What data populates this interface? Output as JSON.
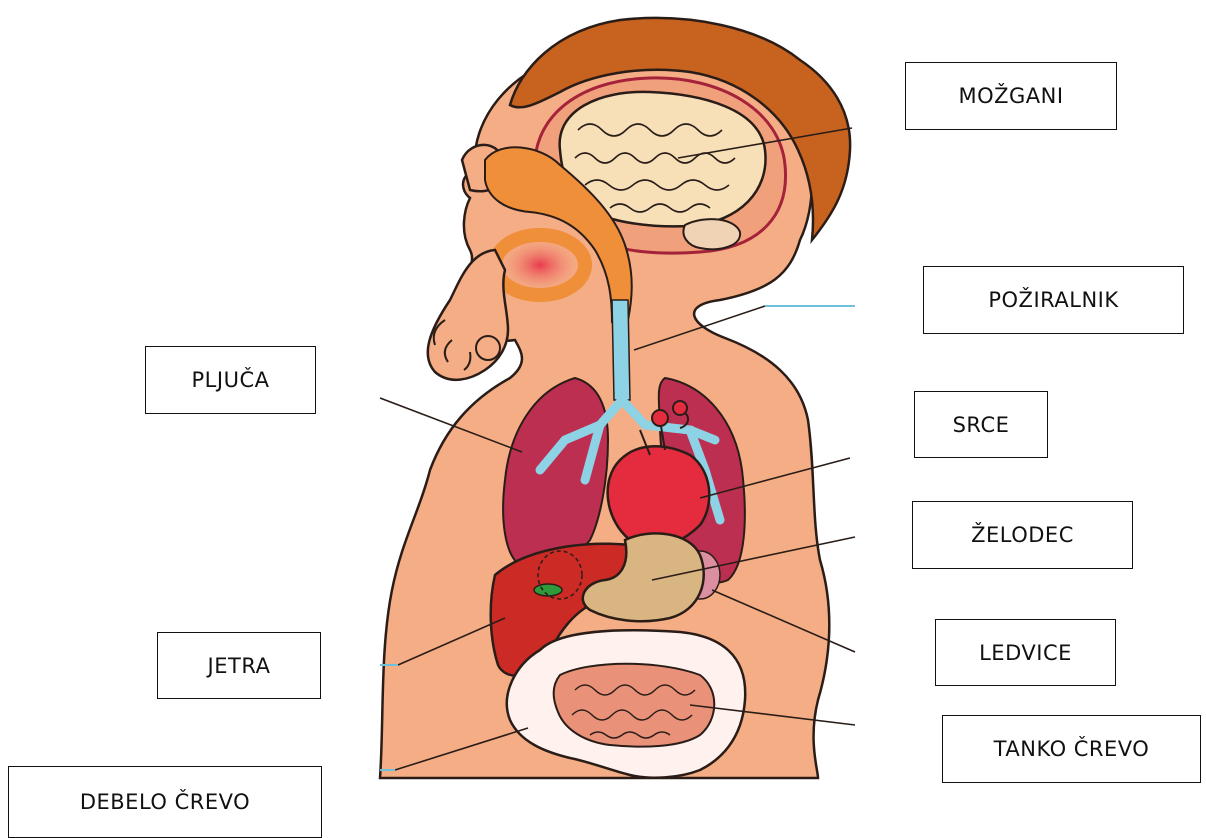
{
  "labels": [
    {
      "name": "label-mozgani",
      "text": "MOŽGANI"
    },
    {
      "name": "label-poziralnik",
      "text": "POŽIRALNIK"
    },
    {
      "name": "label-pljuca",
      "text": "PLJUČA"
    },
    {
      "name": "label-srce",
      "text": "SRCE"
    },
    {
      "name": "label-zelodec",
      "text": "ŽELODEC"
    },
    {
      "name": "label-ledvice",
      "text": "LEDVICE"
    },
    {
      "name": "label-jetra",
      "text": "JETRA"
    },
    {
      "name": "label-tanko-crevo",
      "text": "TANKO ČREVO"
    },
    {
      "name": "label-debelo-crevo",
      "text": "DEBELO ČREVO"
    }
  ],
  "colors": {
    "skin": "#f4ad84",
    "hair": "#c8621f",
    "brain": "#f7dfb8",
    "skull": "#f0a07a",
    "lungs": "#bc2f51",
    "bronchi": "#8ed2e6",
    "heart": "#e42c3e",
    "liver": "#cc2a25",
    "stomach": "#d9b582",
    "intestine-small": "#e99279",
    "intestine-large": "#fff1ee",
    "kidney": "#dd8fa2",
    "outline": "#2a1d18",
    "pointer-line": "#6ec0db"
  }
}
